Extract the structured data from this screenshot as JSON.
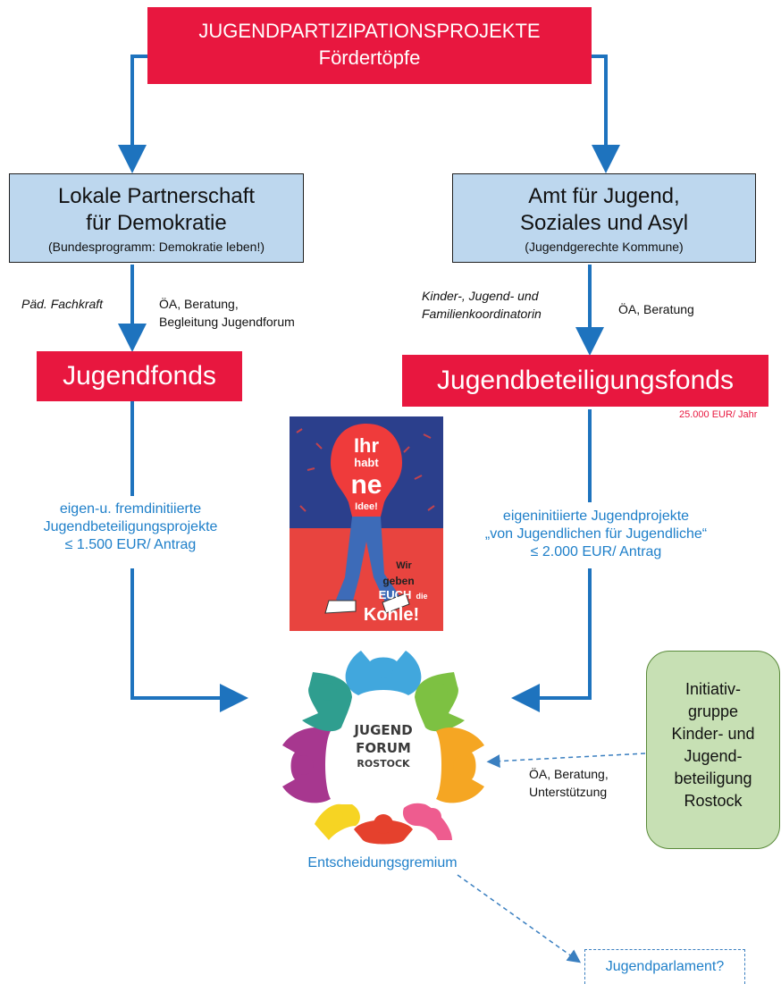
{
  "top": {
    "line1": "JUGENDPARTIZIPATIONSPROJEKTE",
    "line2": "Fördertöpfe"
  },
  "left": {
    "title1": "Lokale Partnerschaft",
    "title2": "für Demokratie",
    "sub": "(Bundesprogramm: Demokratie leben!)",
    "note_role": "Päd. Fachkraft",
    "note_tasks1": "ÖA, Beratung,",
    "note_tasks2": "Begleitung Jugendforum",
    "fund": "Jugendfonds",
    "projects1": "eigen-u. fremdinitiierte",
    "projects2": "Jugendbeteiligungsprojekte",
    "projects3": "≤ 1.500 EUR/ Antrag"
  },
  "right": {
    "title1": "Amt für Jugend,",
    "title2": "Soziales und Asyl",
    "sub": "(Jugendgerechte Kommune)",
    "note_role1": "Kinder-, Jugend- und",
    "note_role2": "Familienkoordinatorin",
    "note_tasks": "ÖA, Beratung",
    "fund": "Jugendbeteiligungsfonds",
    "budget": "25.000 EUR/ Jahr",
    "projects1": "eigeninitiierte Jugendprojekte",
    "projects2": "„von Jugendlichen für Jugendliche“",
    "projects3": "≤ 2.000 EUR/ Antrag"
  },
  "poster": {
    "line1": "Ihr",
    "line2": "habt",
    "line3": "ne",
    "line4": "Idee!",
    "line5": "Wir",
    "line6": "geben",
    "line7": "EUCH",
    "line8": "die",
    "line9": "Kohle!"
  },
  "forum": {
    "logo1": "JUGEND",
    "logo2": "FORUM",
    "logo3": "ROSTOCK",
    "caption": "Entscheidungsgremium"
  },
  "initiative": {
    "l1": "Initiativ-",
    "l2": "gruppe",
    "l3": "Kinder- und",
    "l4": "Jugend-",
    "l5": "beteiligung",
    "l6": "Rostock"
  },
  "support": {
    "l1": "ÖA, Beratung,",
    "l2": "Unterstützung"
  },
  "parliament": "Jugendparlament?",
  "colors": {
    "red": "#e8173f",
    "blue": "#1e7fc9",
    "arrow": "#1e73be",
    "lightblue": "#bdd7ee",
    "green": "#c7e0b4"
  }
}
